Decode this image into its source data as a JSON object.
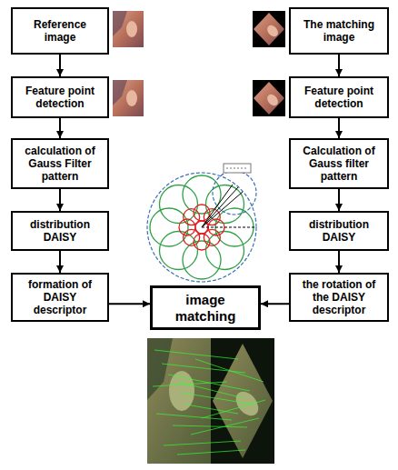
{
  "diagram": {
    "nodes": [
      {
        "text": [
          "Reference image"
        ]
      },
      {
        "text": [
          "The matching image"
        ]
      },
      {
        "text": [
          "Feature point detection"
        ]
      },
      {
        "text": [
          "Feature point detection"
        ]
      },
      {
        "text": [
          "calculation of Gauss Filter pattern"
        ]
      },
      {
        "text": [
          "Calculation of Gauss filter pattern"
        ]
      },
      {
        "text": [
          "distribution DAISY"
        ]
      },
      {
        "text": [
          "distribution DAISY"
        ]
      },
      {
        "text": [
          "formation of DAISY descriptor"
        ]
      },
      {
        "text": [
          "image matching"
        ]
      },
      {
        "text": [
          "the rotation of the DAISY descriptor"
        ]
      }
    ],
    "edges": [
      {
        "from": 0,
        "to": 2,
        "arrow": "to"
      },
      {
        "from": 2,
        "to": 4,
        "arrow": "to"
      },
      {
        "from": 4,
        "to": 6,
        "arrow": "to"
      },
      {
        "from": 6,
        "to": 8,
        "arrow": "to"
      },
      {
        "from": 8,
        "to": 9,
        "arrow": "to"
      },
      {
        "from": 1,
        "to": 3,
        "arrow": "to"
      },
      {
        "from": 3,
        "to": 5,
        "arrow": "to"
      },
      {
        "from": 5,
        "to": 7,
        "arrow": "to"
      },
      {
        "from": 7,
        "to": 10,
        "arrow": "to"
      },
      {
        "from": 10,
        "to": 9,
        "arrow": "to"
      }
    ]
  }
}
